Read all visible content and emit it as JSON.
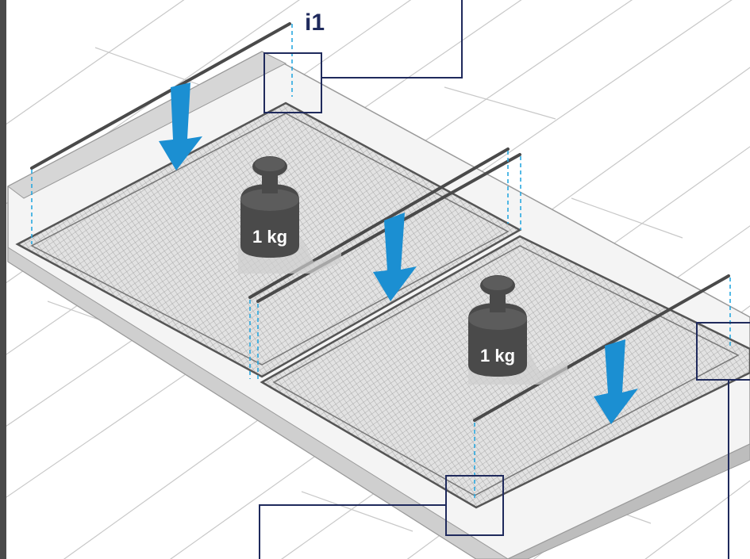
{
  "callout": {
    "label": "i1"
  },
  "weights": [
    {
      "label": "1 kg"
    },
    {
      "label": "1 kg"
    }
  ],
  "colors": {
    "callout_navy": "#1f2a5c",
    "arrow_blue": "#1b8fd2",
    "dashed_guide": "#29a8e0",
    "weight_body": "#4a4a4a",
    "weight_top": "#5c5c5c",
    "mesh_fill": "#dcdcdc",
    "frame_edge": "#555555",
    "floor_line": "#c8c8c8",
    "tray_fill": "#f4f4f4",
    "tray_wall": "#bdbdbd"
  },
  "icons": [
    "down-arrow-icon",
    "weight-icon",
    "callout-frame-icon"
  ]
}
